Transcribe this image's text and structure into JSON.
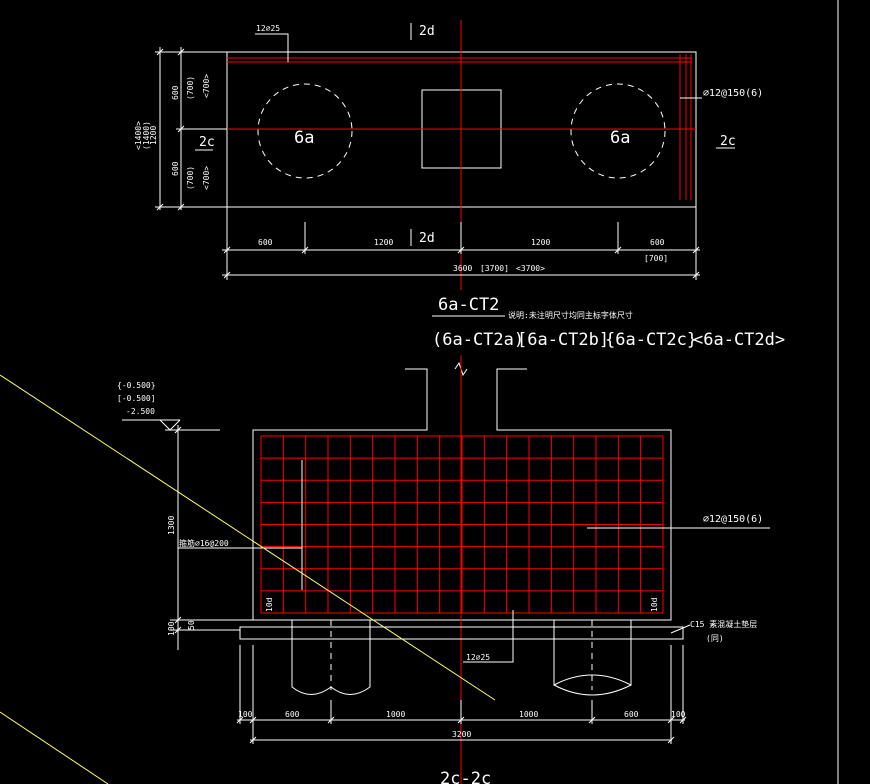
{
  "plan": {
    "top_rebar": "12⌀25",
    "cut_d": "2d",
    "cut_c": "2c",
    "pile_label": "6a",
    "side_rebar": "⌀12@150(6)",
    "left_dims": {
      "total": "<1400>",
      "total_alt": "(1400)",
      "total_main": "1200",
      "upper": "600",
      "upper_a": "(700)",
      "upper_b": "<700>",
      "lower": "600",
      "lower_a": "(700)",
      "lower_b": "<700>"
    },
    "bottom_dims": [
      "600",
      "1200",
      "1200",
      "600"
    ],
    "bottom_dim_alt": "[700]",
    "total_length": "3600",
    "total_length_b": "[3700]",
    "total_length_d": "<3700>"
  },
  "title": {
    "main": "6a-CT2",
    "note": "说明:未注明尺寸均同主标字体尺寸",
    "variants": [
      "(6a-CT2a)",
      "[6a-CT2b]",
      "{6a-CT2c}",
      "<6a-CT2d>"
    ]
  },
  "section": {
    "elev_1": "{-0.500}",
    "elev_2": "[-0.500]",
    "elev_3": "-2.500",
    "height": "1300",
    "stirrup": "箍筋⌀16@200",
    "side_rebar": "⌀12@150(6)",
    "corner_left": "10d",
    "corner_right": "10d",
    "bed_height": "100",
    "bed_sub": "50",
    "cushion_label": "C15 素混凝土垫层",
    "cushion_sub": "(同)",
    "bottom_rebar": "12⌀25",
    "dims": [
      "100",
      "600",
      "1000",
      "1000",
      "600",
      "100"
    ],
    "total_width": "3200",
    "section_label": "2c-2c"
  }
}
